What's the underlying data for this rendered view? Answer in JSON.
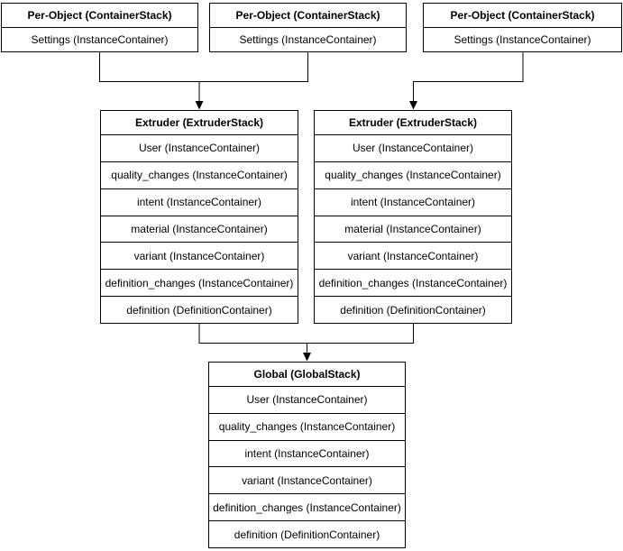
{
  "diagram": {
    "background_color": "#ffffff",
    "line_color": "#000000",
    "box_fill_color": "#ffffff",
    "text_color": "#000000",
    "boxes": {
      "per_object_1": {
        "title": "Per-Object (ContainerStack)",
        "rows": [
          "Settings (InstanceContainer)"
        ]
      },
      "per_object_2": {
        "title": "Per-Object (ContainerStack)",
        "rows": [
          "Settings (InstanceContainer)"
        ]
      },
      "per_object_3": {
        "title": "Per-Object (ContainerStack)",
        "rows": [
          "Settings (InstanceContainer)"
        ]
      },
      "extruder_1": {
        "title": "Extruder (ExtruderStack)",
        "rows": [
          "User (InstanceContainer)",
          "quality_changes (InstanceContainer)",
          "intent (InstanceContainer)",
          "material (InstanceContainer)",
          "variant (InstanceContainer)",
          "definition_changes (InstanceContainer)",
          "definition (DefinitionContainer)"
        ]
      },
      "extruder_2": {
        "title": "Extruder (ExtruderStack)",
        "rows": [
          "User (InstanceContainer)",
          "quality_changes (InstanceContainer)",
          "intent (InstanceContainer)",
          "material (InstanceContainer)",
          "variant (InstanceContainer)",
          "definition_changes (InstanceContainer)",
          "definition (DefinitionContainer)"
        ]
      },
      "global": {
        "title": "Global (GlobalStack)",
        "rows": [
          "User (InstanceContainer)",
          "quality_changes (InstanceContainer)",
          "intent (InstanceContainer)",
          "variant (InstanceContainer)",
          "definition_changes (InstanceContainer)",
          "definition (DefinitionContainer)"
        ]
      }
    }
  }
}
